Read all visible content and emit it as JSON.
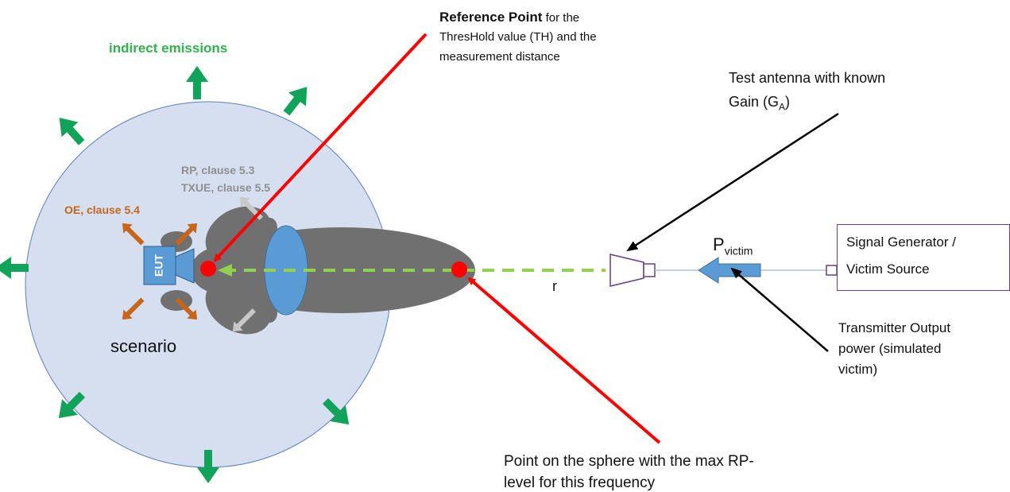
{
  "diagram": {
    "indirect_emissions": "indirect emissions",
    "reference_point": {
      "bold": "Reference Point",
      "rest1": " for the",
      "line2": "ThresHold value (TH) and the",
      "line3": "measurement distance"
    },
    "test_antenna": {
      "line1": "Test antenna with known",
      "gain_prefix": "Gain (G",
      "gain_sub": "A",
      "gain_suffix": ")"
    },
    "rp_clause": "RP, clause 5.3",
    "txue_clause": "TXUE, clause 5.5",
    "oe_clause": "OE, clause 5.4",
    "eut": "EUT",
    "scenario": "scenario",
    "r": "r",
    "p_victim": {
      "main": "P",
      "sub": "victim"
    },
    "signal_generator": {
      "line1": "Signal Generator /",
      "line2": "Victim Source"
    },
    "transmitter_output": {
      "line1": "Transmitter Output",
      "line2": "power (simulated",
      "line3": "victim)"
    },
    "sphere_point": {
      "line1": "Point on the sphere with the max RP-",
      "line2": "level for this frequency"
    },
    "colors": {
      "sphere_fill": "#d6dff0",
      "green_arrow": "#12a35a",
      "orange_arrow": "#c5661c",
      "grey_arrow": "#c8c8c8",
      "lobe": "#707070",
      "blue": "#5b9bd5",
      "red": "#ff0000",
      "dashed": "#92d050",
      "green_text": "#2fb34a",
      "orange_text": "#c5661c",
      "grey_text": "#8f8f8f",
      "box_border": "#6a3c8c"
    }
  }
}
